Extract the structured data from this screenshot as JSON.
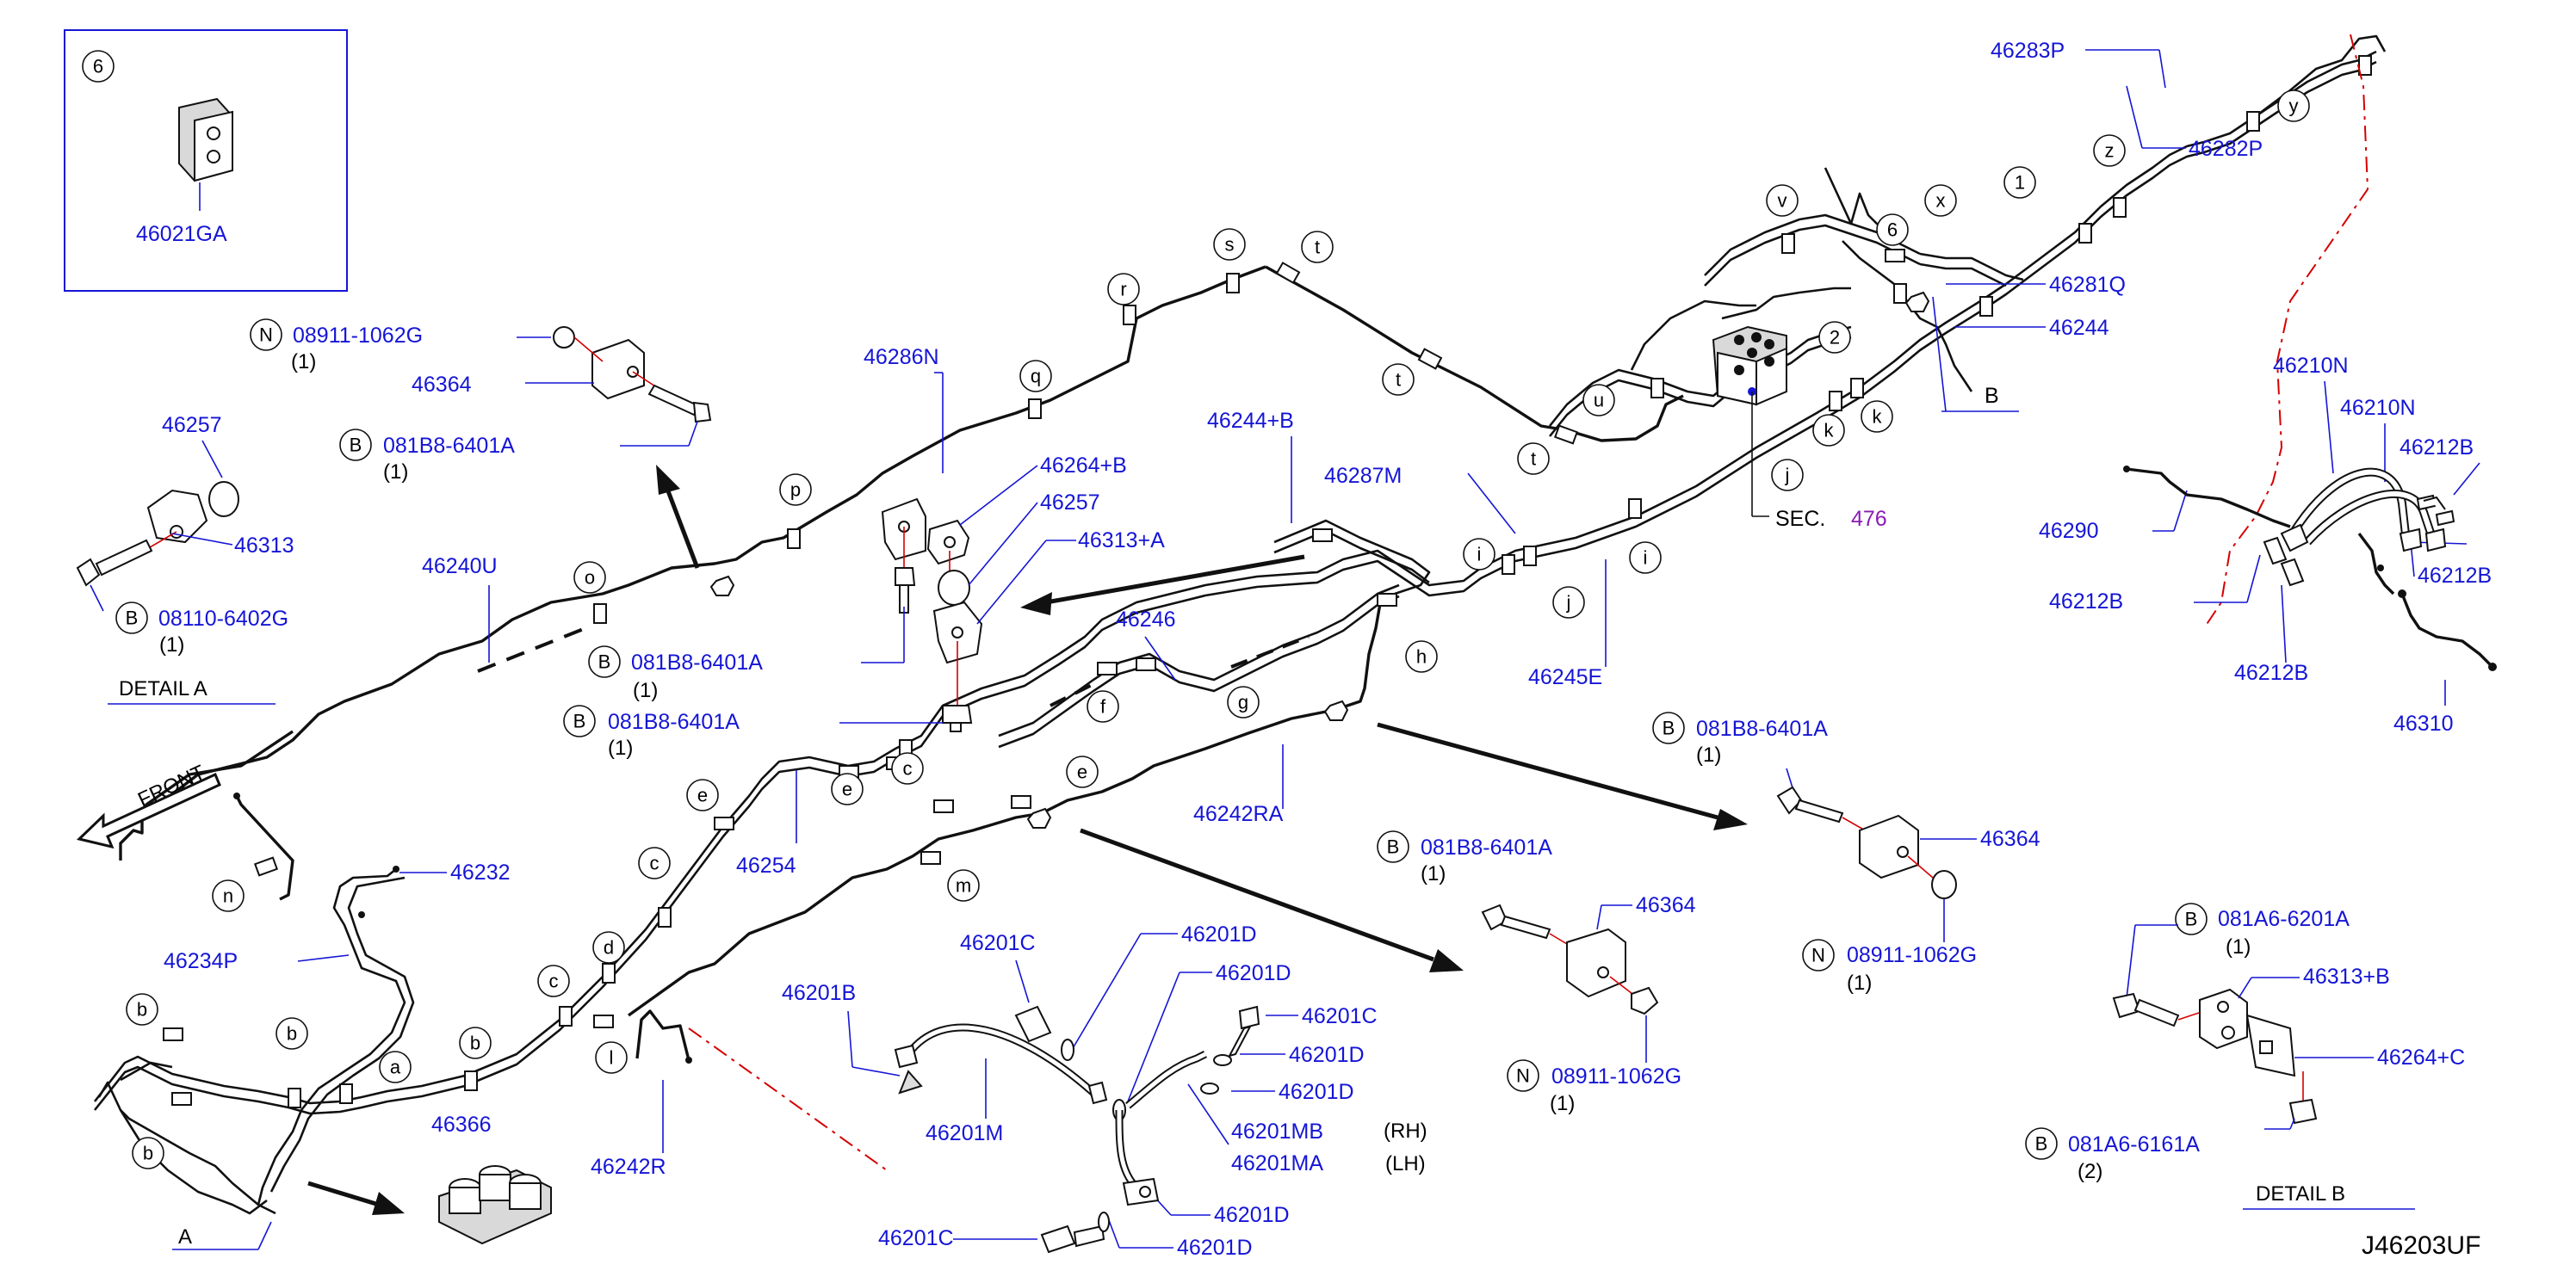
{
  "diagram_id": "J46203UF",
  "labels": {
    "p46021GA": "46021GA",
    "p46257a": "46257",
    "p46313": "46313",
    "b08110": "08110-6402G",
    "q1a": "(1)",
    "n08911a": "08911-1062G",
    "q1b": "(1)",
    "p46364a": "46364",
    "b081B8a": "081B8-6401A",
    "q1c": "(1)",
    "p46240U": "46240U",
    "b081B8b": "081B8-6401A",
    "q1d": "(1)",
    "b081B8c": "081B8-6401A",
    "q1e": "(1)",
    "p46286N": "46286N",
    "p46264B": "46264+B",
    "p46257b": "46257",
    "p46313A": "46313+A",
    "p46244B": "46244+B",
    "p46287M": "46287M",
    "p46246": "46246",
    "p46245E": "46245E",
    "p46283P": "46283P",
    "p46282P": "46282P",
    "p46281Q": "46281Q",
    "p46244": "46244",
    "sec_text": "SEC.",
    "sec_num": "476",
    "p46210Na": "46210N",
    "p46210Nb": "46210N",
    "p46212Ba": "46212B",
    "p46290": "46290",
    "p46212Bb": "46212B",
    "p46212Bc": "46212B",
    "p46212Bd": "46212B",
    "p46310": "46310",
    "p46232": "46232",
    "p46234P": "46234P",
    "p46254": "46254",
    "p46242RA": "46242RA",
    "p46366": "46366",
    "p46242R": "46242R",
    "p46201B": "46201B",
    "p46201Ca": "46201C",
    "p46201Da": "46201D",
    "p46201Db": "46201D",
    "p46201Cb": "46201C",
    "p46201Dc": "46201D",
    "p46201Dd": "46201D",
    "p46201M": "46201M",
    "p46201MB": "46201MB",
    "p46201MA": "46201MA",
    "rh": "(RH)",
    "lh": "(LH)",
    "p46201Cc": "46201C",
    "p46201De": "46201D",
    "p46201Df": "46201D",
    "b081B8d": "081B8-6401A",
    "q1f": "(1)",
    "p46364b": "46364",
    "n08911b": "08911-1062G",
    "q1g": "(1)",
    "b081B8e": "081B8-6401A",
    "q1h": "(1)",
    "p46364c": "46364",
    "n08911c": "08911-1062G",
    "q1i": "(1)",
    "b081A6a": "081A6-6201A",
    "q1j": "(1)",
    "p46313B": "46313+B",
    "p46264C": "46264+C",
    "b081A6b": "081A6-6161A",
    "q2": "(2)",
    "detailA": "DETAIL A",
    "detailB": "DETAIL B",
    "viewA": "A",
    "viewB": "B",
    "front": "FRONT"
  },
  "markers": {
    "B": "B",
    "N": "N",
    "six": "6",
    "one": "1",
    "two": "2",
    "a": "a",
    "b": "b",
    "c": "c",
    "d": "d",
    "e": "e",
    "f": "f",
    "g": "g",
    "h": "h",
    "i": "i",
    "j": "j",
    "k": "k",
    "l": "l",
    "m": "m",
    "n": "n",
    "o": "o",
    "p": "p",
    "q": "q",
    "r": "r",
    "s": "s",
    "t": "t",
    "u": "u",
    "v": "v",
    "x": "x",
    "y": "y",
    "z": "z"
  }
}
